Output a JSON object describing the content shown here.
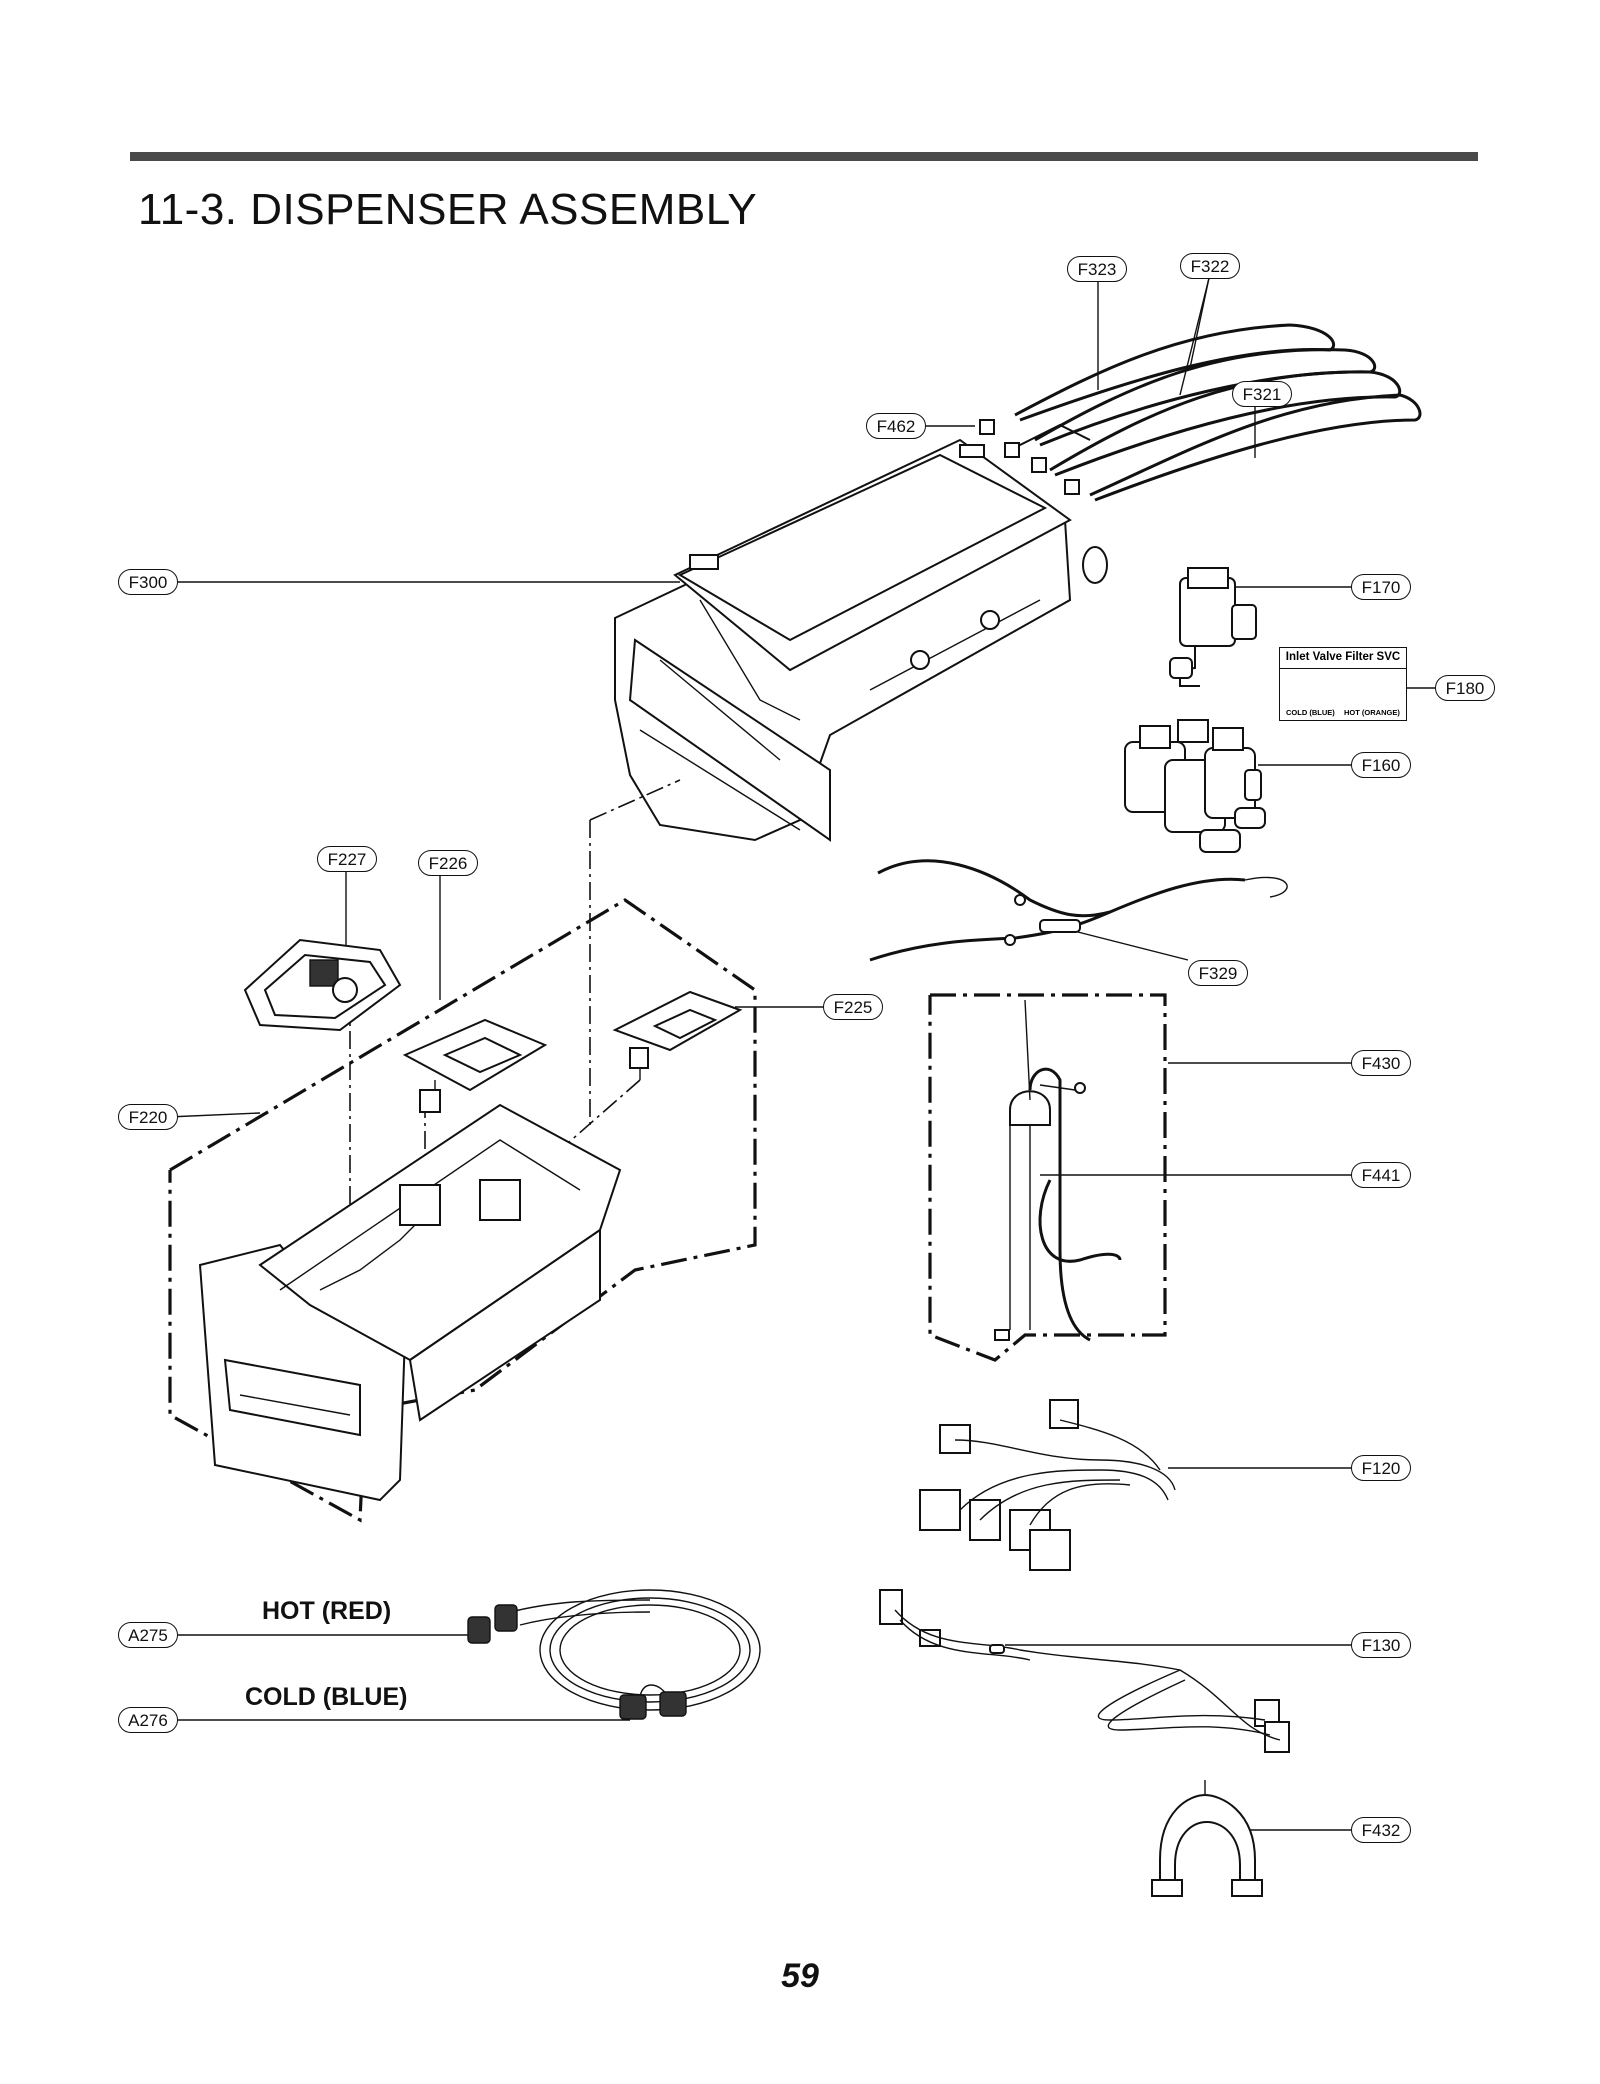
{
  "header": {
    "title": "11-3.  DISPENSER ASSEMBLY"
  },
  "callouts": {
    "F323": "F323",
    "F322": "F322",
    "F462": "F462",
    "F321": "F321",
    "F300": "F300",
    "F170": "F170",
    "F180": "F180",
    "F160": "F160",
    "F227": "F227",
    "F226": "F226",
    "F329": "F329",
    "F225": "F225",
    "F430": "F430",
    "F220": "F220",
    "F441": "F441",
    "F120": "F120",
    "A275": "A275",
    "F130": "F130",
    "A276": "A276",
    "F432": "F432"
  },
  "hose_labels": {
    "hot": "HOT (RED)",
    "cold": "COLD (BLUE)"
  },
  "filter_kit": {
    "title": "Inlet Valve Filter SVC",
    "cold_caption": "COLD (BLUE)",
    "hot_caption": "HOT (ORANGE)"
  },
  "footer": {
    "page_number": "59"
  }
}
